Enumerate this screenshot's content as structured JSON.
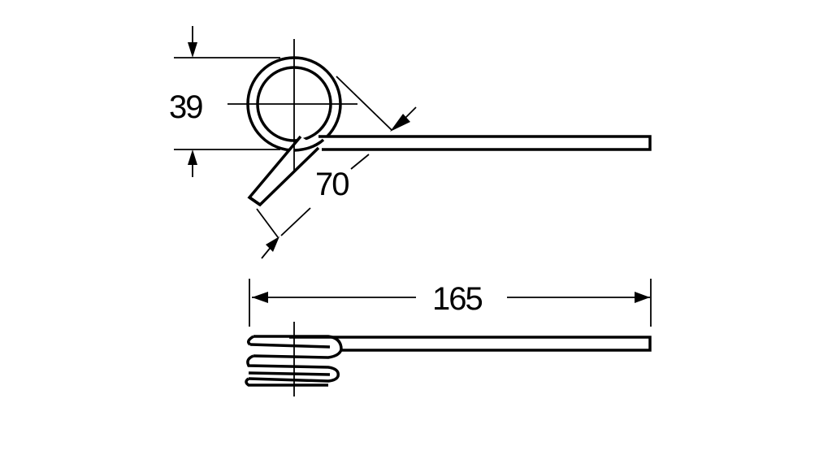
{
  "dimensions": {
    "coil_height": "39",
    "short_leg": "70",
    "overall_length": "165"
  },
  "colors": {
    "ink": "#000000",
    "background": "#ffffff"
  }
}
